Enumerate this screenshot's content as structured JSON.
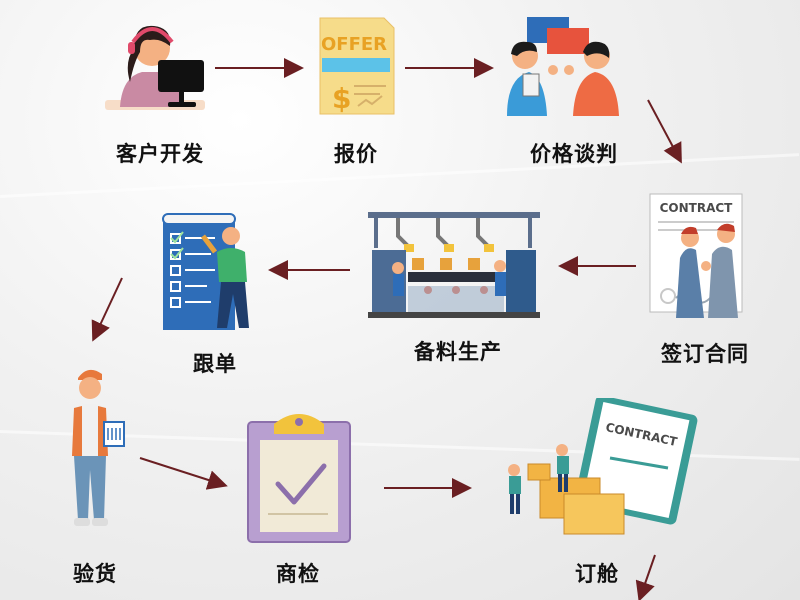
{
  "steps": [
    {
      "label": "客户开发",
      "icon": "customer-service-agent-icon"
    },
    {
      "label": "报价",
      "icon": "offer-quote-document-icon",
      "text": "OFFER"
    },
    {
      "label": "价格谈判",
      "icon": "negotiation-people-icon"
    },
    {
      "label": "签订合同",
      "icon": "contract-handshake-icon",
      "text": "CONTRACT"
    },
    {
      "label": "备料生产",
      "icon": "factory-production-line-icon"
    },
    {
      "label": "跟单",
      "icon": "checklist-order-tracking-icon"
    },
    {
      "label": "验货",
      "icon": "inspection-worker-icon"
    },
    {
      "label": "商检",
      "icon": "clipboard-check-icon"
    },
    {
      "label": "订舱",
      "icon": "booking-contract-boxes-icon",
      "text": "CONTRACT"
    }
  ],
  "colors": {
    "arrow": "#6a1f22",
    "offer_yellow": "#f6dc8a",
    "offer_text": "#e8a224",
    "clipboard": "#b89fd0",
    "box": "#f2b444",
    "skin": "#f4b183"
  }
}
